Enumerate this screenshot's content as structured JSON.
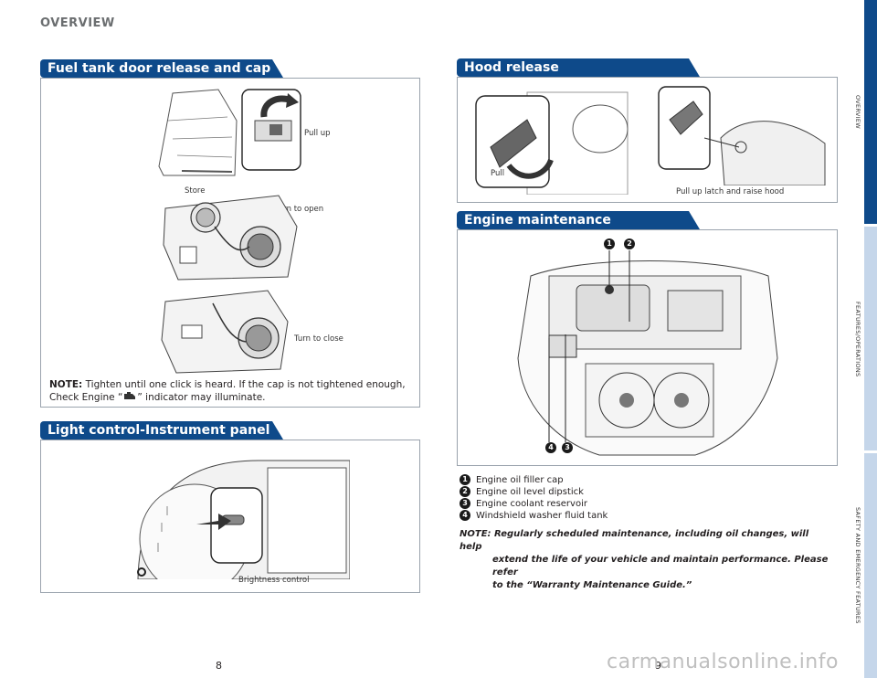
{
  "header": {
    "title": "OVERVIEW"
  },
  "sections": {
    "fuel": {
      "title": "Fuel tank door release and cap",
      "labels": {
        "pull_up": "Pull up",
        "store": "Store",
        "turn_to_open": "Turn to open",
        "turn_to_close": "Turn to close"
      },
      "note_label": "NOTE:",
      "note_text_1": "Tighten until one click is heard. If the cap is not tightened enough,",
      "note_text_2a": "Check Engine “",
      "note_text_2b": "” indicator may illuminate."
    },
    "light": {
      "title": "Light control-Instrument panel",
      "labels": {
        "brightness_control": "Brightness control"
      }
    },
    "hood": {
      "title": "Hood release",
      "labels": {
        "pull": "Pull",
        "pull_up_latch": "Pull up latch and raise hood"
      }
    },
    "engine": {
      "title": "Engine maintenance",
      "callouts": [
        "1",
        "2",
        "3",
        "4"
      ],
      "legend": [
        {
          "num": "1",
          "text": "Engine oil filler cap"
        },
        {
          "num": "2",
          "text": "Engine oil level dipstick"
        },
        {
          "num": "3",
          "text": "Engine coolant reservoir"
        },
        {
          "num": "4",
          "text": "Windshield washer fluid tank"
        }
      ],
      "note": "NOTE: Regularly scheduled maintenance, including oil changes, will help extend the life of your vehicle and maintain performance. Please refer to the “Warranty Maintenance Guide.”",
      "note_line1": "NOTE: Regularly scheduled maintenance, including oil changes, will help",
      "note_line2": "extend the life of your vehicle and maintain performance. Please refer",
      "note_line3": "to the “Warranty Maintenance Guide.”"
    }
  },
  "side_tabs": [
    {
      "label": "OVERVIEW",
      "color": "#0e4a8a"
    },
    {
      "label": "FEATURES/OPERATIONS",
      "color": "#c5d6ea"
    },
    {
      "label": "SAFETY AND EMERGENCY FEATURES",
      "color": "#c5d6ea"
    }
  ],
  "footer": {
    "page_left": "8",
    "page_right": "9",
    "watermark": "carmanualsonline.info"
  }
}
